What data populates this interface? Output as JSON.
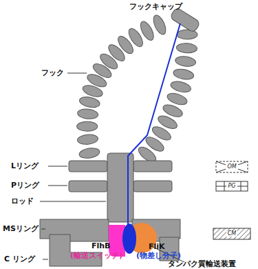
{
  "diagram": {
    "nodes": [
      {
        "text": [
          "OM"
        ]
      },
      {
        "text": [
          "PG"
        ]
      },
      {
        "text": [
          "CM"
        ]
      }
    ],
    "labels": [
      "フックキャップ",
      "フック",
      "Lリング",
      "Pリング",
      "ロッド",
      "MSリング",
      "C リング",
      "FlhB",
      "(輸送スイッチ)",
      "FliK",
      "(物差し分子)",
      "タンパク質輸送装置"
    ]
  }
}
